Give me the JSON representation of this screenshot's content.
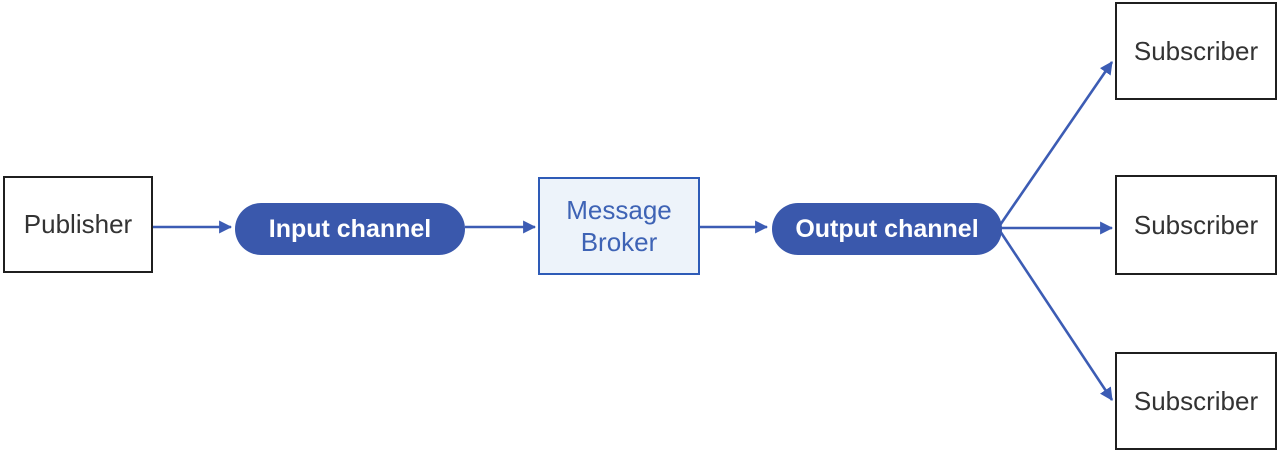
{
  "nodes": {
    "publisher": {
      "label": "Publisher"
    },
    "input_channel": {
      "label": "Input channel"
    },
    "message_broker": {
      "label": "Message Broker"
    },
    "output_channel": {
      "label": "Output channel"
    },
    "subscribers": [
      {
        "label": "Subscriber"
      },
      {
        "label": "Subscriber"
      },
      {
        "label": "Subscriber"
      }
    ]
  },
  "edges": [
    {
      "from": "publisher",
      "to": "input_channel"
    },
    {
      "from": "input_channel",
      "to": "message_broker"
    },
    {
      "from": "message_broker",
      "to": "output_channel"
    },
    {
      "from": "output_channel",
      "to": "subscriber_1"
    },
    {
      "from": "output_channel",
      "to": "subscriber_2"
    },
    {
      "from": "output_channel",
      "to": "subscriber_3"
    }
  ],
  "colors": {
    "pill_fill": "#3a58ac",
    "pill_text": "#ffffff",
    "arrow": "#3c5cb4",
    "broker_fill": "#edf3fa",
    "broker_border": "#2e5bb7",
    "broker_text": "#3e63b5",
    "plain_box_border": "#1f1f1f",
    "plain_box_text": "#333333",
    "background": "#ffffff"
  }
}
